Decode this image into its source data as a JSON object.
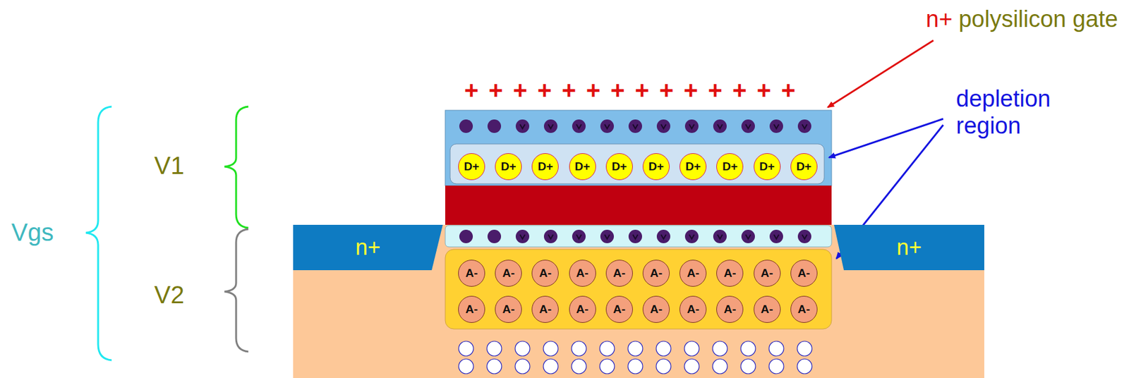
{
  "diagram": {
    "nodes": [
      {
        "text": [
          "n+"
        ]
      },
      {
        "text": [
          "n+"
        ]
      },
      {
        "text": [
          "D+"
        ]
      },
      {
        "text": [
          "D+"
        ]
      },
      {
        "text": [
          "D+"
        ]
      },
      {
        "text": [
          "D+"
        ]
      },
      {
        "text": [
          "D+"
        ]
      },
      {
        "text": [
          "D+"
        ]
      },
      {
        "text": [
          "D+"
        ]
      },
      {
        "text": [
          "D+"
        ]
      },
      {
        "text": [
          "D+"
        ]
      },
      {
        "text": [
          "D+"
        ]
      },
      {
        "text": [
          "A-"
        ]
      },
      {
        "text": [
          "A-"
        ]
      },
      {
        "text": [
          "A-"
        ]
      },
      {
        "text": [
          "A-"
        ]
      },
      {
        "text": [
          "A-"
        ]
      },
      {
        "text": [
          "A-"
        ]
      },
      {
        "text": [
          "A-"
        ]
      },
      {
        "text": [
          "A-"
        ]
      },
      {
        "text": [
          "A-"
        ]
      },
      {
        "text": [
          "A-"
        ]
      },
      {
        "text": [
          "A-"
        ]
      },
      {
        "text": [
          "A-"
        ]
      },
      {
        "text": [
          "A-"
        ]
      },
      {
        "text": [
          "A-"
        ]
      },
      {
        "text": [
          "A-"
        ]
      },
      {
        "text": [
          "A-"
        ]
      },
      {
        "text": [
          "A-"
        ]
      },
      {
        "text": [
          "A-"
        ]
      },
      {
        "text": [
          "A-"
        ]
      },
      {
        "text": [
          "A-"
        ]
      }
    ],
    "labels": [
      "+ + + + + + + + + + + + + +",
      "n+",
      "polysilicon gate",
      "depletion region",
      "Vgs",
      "V1",
      "V2"
    ]
  }
}
